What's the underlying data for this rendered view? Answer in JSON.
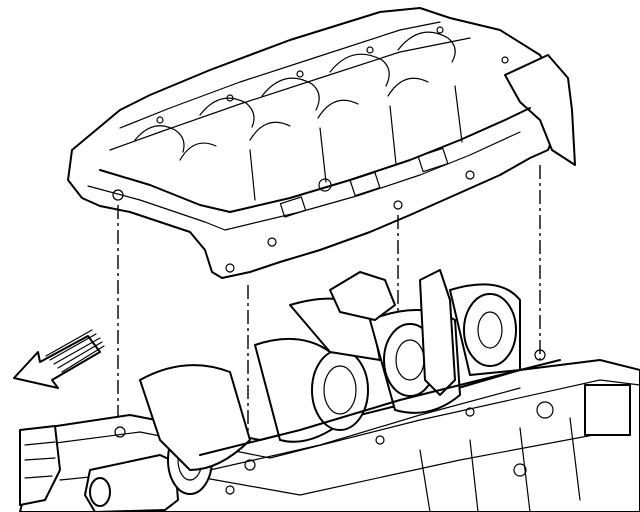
{
  "figure": {
    "colors": {
      "ink": "#000000",
      "paper": "#ffffff"
    },
    "components": [
      {
        "id": "bedplate",
        "kind": "upper-component-outline"
      },
      {
        "id": "block",
        "kind": "lower-assembly-outline"
      },
      {
        "id": "direction-arrow",
        "icon": "arrow-left-down-icon"
      }
    ],
    "alignment_lines": 4
  }
}
